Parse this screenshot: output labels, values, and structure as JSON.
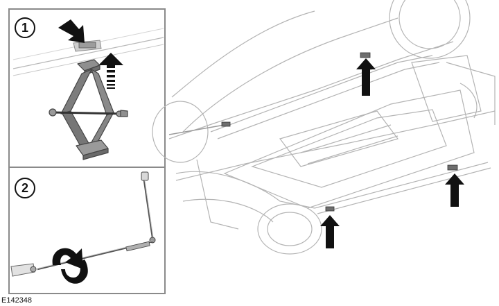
{
  "figure": {
    "reference_code": "E142348",
    "steps": [
      {
        "number": "1",
        "icon": "scissor-jack-icon"
      },
      {
        "number": "2",
        "icon": "jack-handle-rotate-icon"
      }
    ],
    "jacking_points_marked": 3
  }
}
